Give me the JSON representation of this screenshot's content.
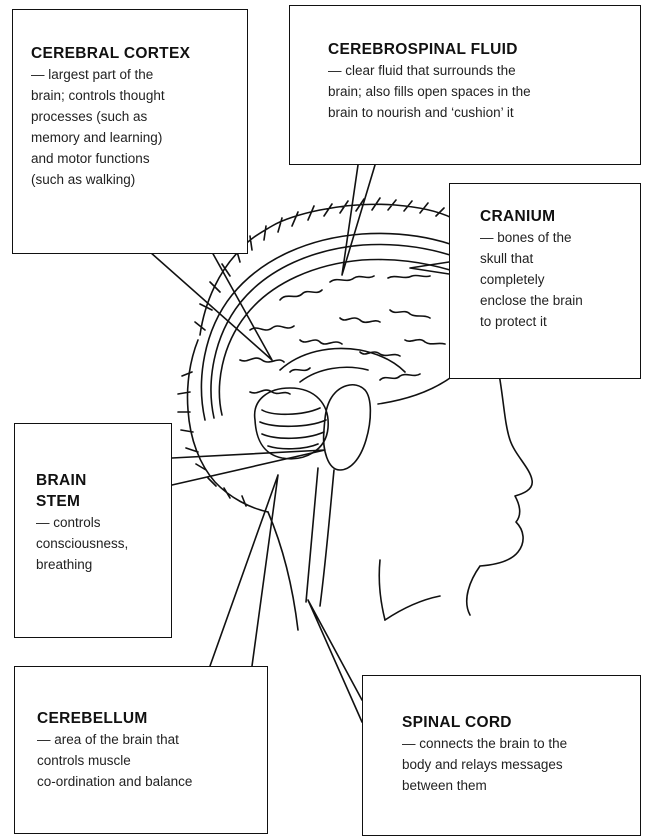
{
  "labels": {
    "cerebral_cortex": {
      "title": "CEREBRAL CORTEX",
      "lines": [
        "— largest part of the",
        "brain; controls thought",
        "processes (such as",
        "memory and learning)",
        "and motor functions",
        "(such as walking)"
      ]
    },
    "cerebrospinal_fluid": {
      "title": "CEREBROSPINAL FLUID",
      "lines": [
        "— clear fluid that surrounds the",
        "brain; also fills open spaces in the",
        "brain to nourish and ‘cushion’ it"
      ]
    },
    "cranium": {
      "title": "CRANIUM",
      "lines": [
        "— bones of the",
        "skull that",
        "completely",
        "enclose the brain",
        "to protect it"
      ]
    },
    "brain_stem": {
      "title_lines": [
        "BRAIN",
        "STEM"
      ],
      "lines": [
        "— controls",
        "consciousness,",
        "breathing"
      ]
    },
    "cerebellum": {
      "title": "CEREBELLUM",
      "lines": [
        "— area of the brain that",
        "controls muscle",
        "co-ordination and balance"
      ]
    },
    "spinal_cord": {
      "title": "SPINAL CORD",
      "lines": [
        "— connects the brain to the",
        "body and relays messages",
        "between them"
      ]
    }
  },
  "colors": {
    "ink": "#111111",
    "paper": "#ffffff"
  }
}
